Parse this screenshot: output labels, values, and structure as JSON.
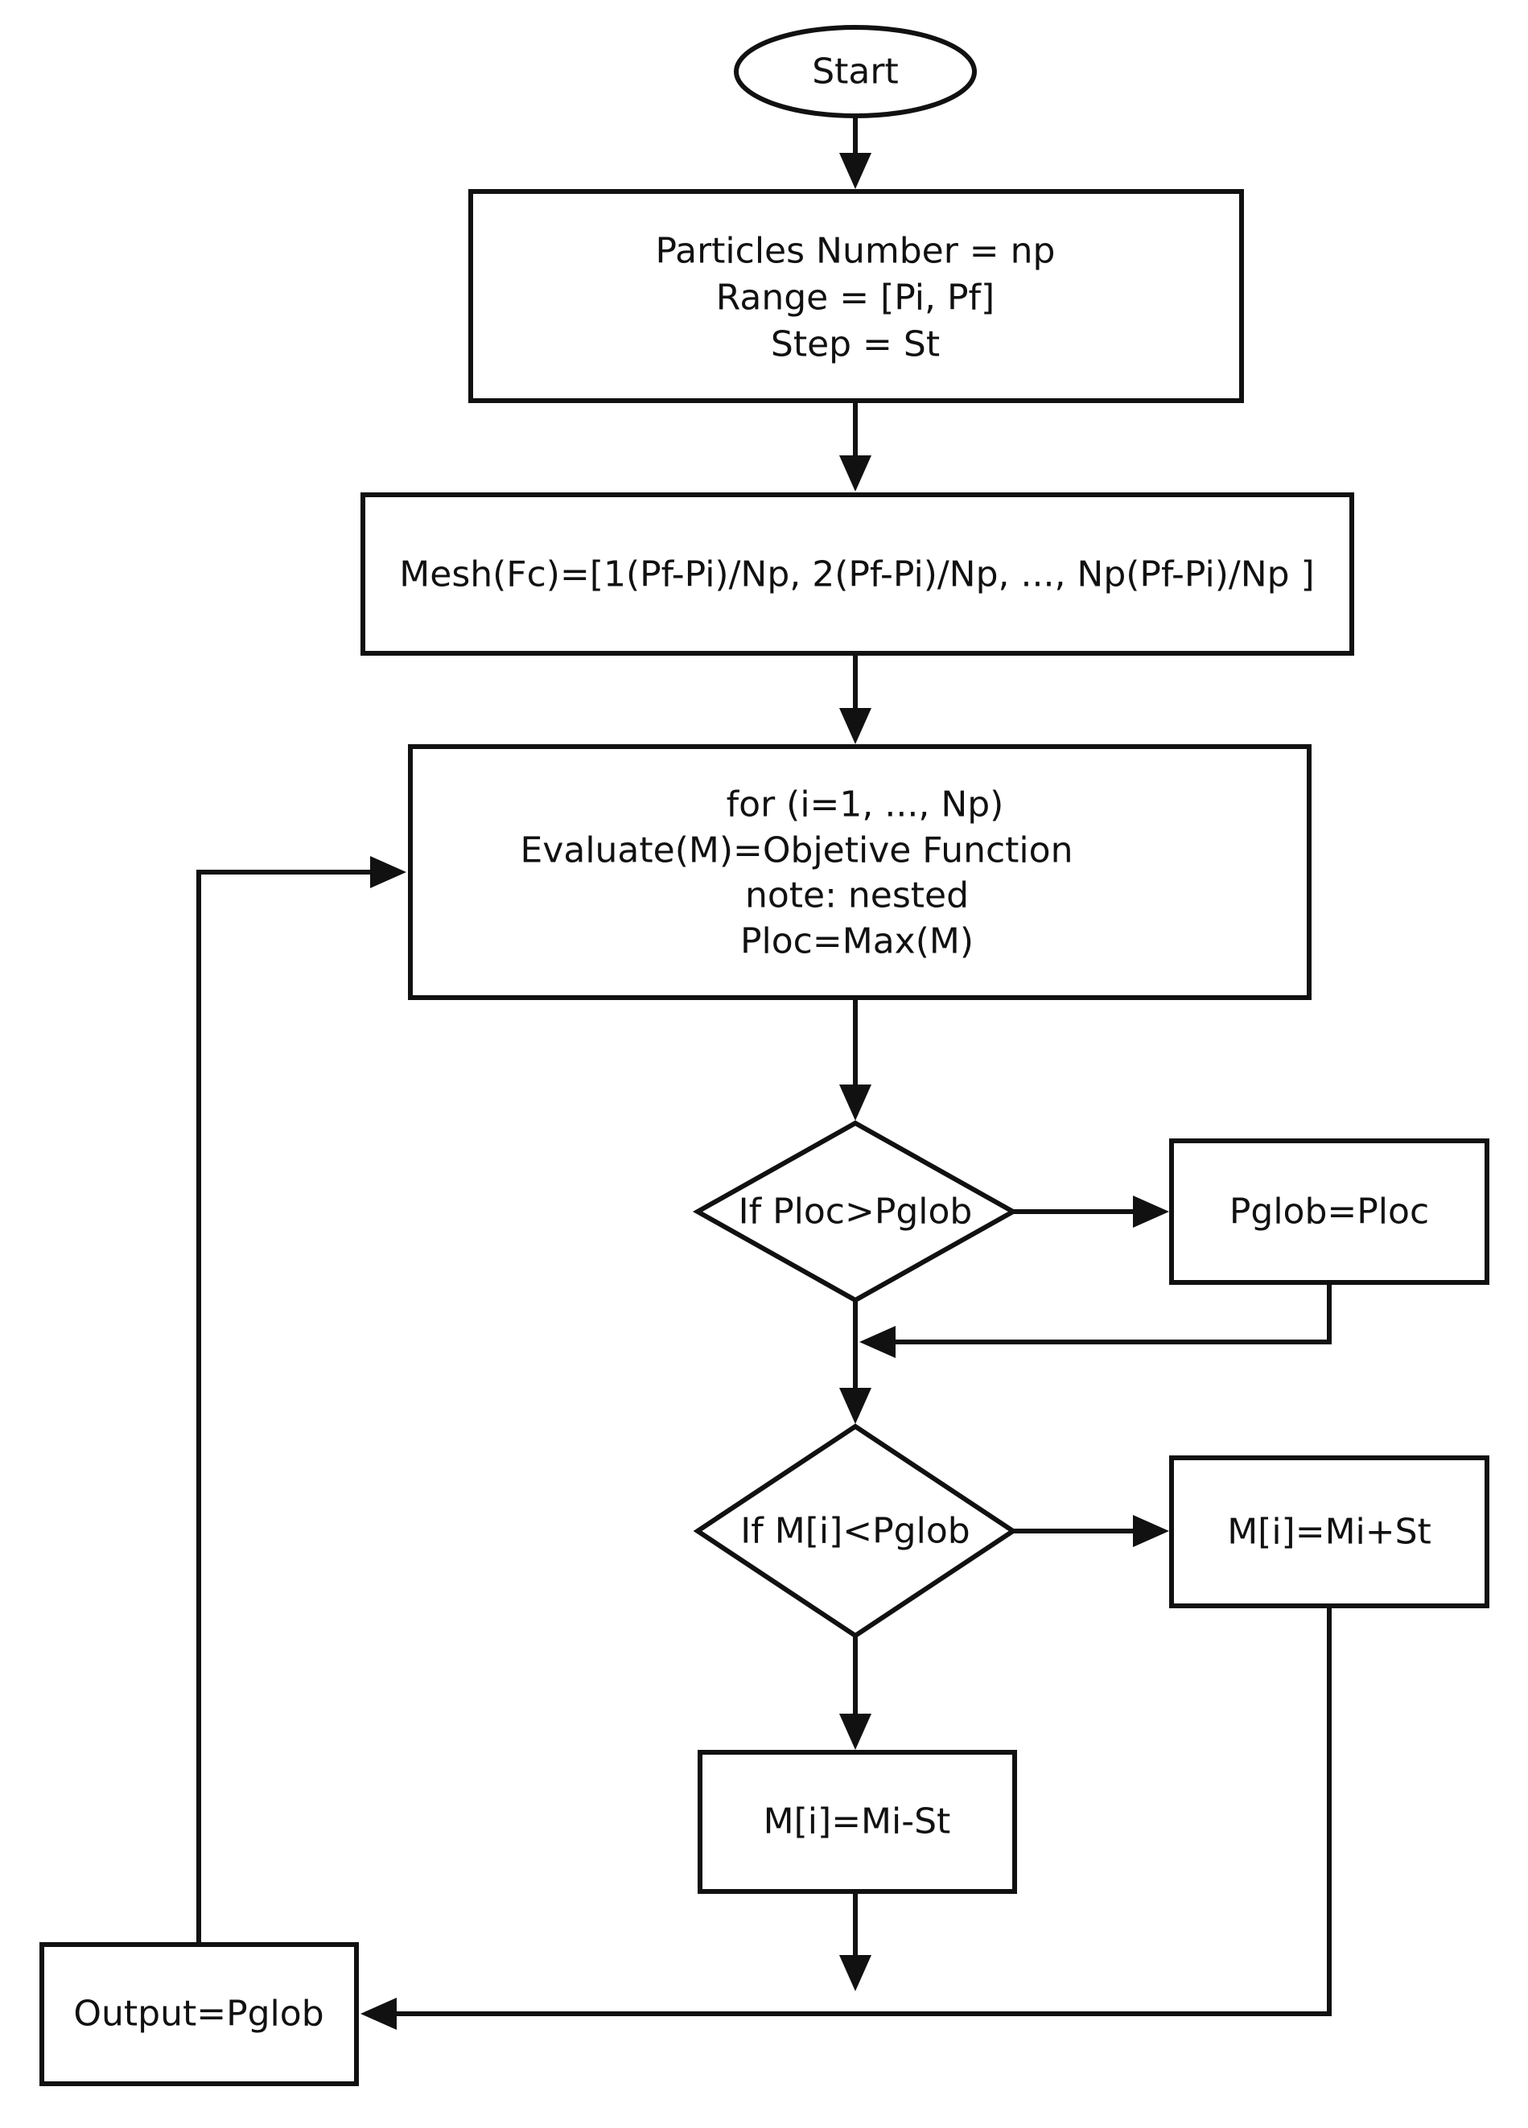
{
  "flowchart": {
    "start": {
      "label": "Start"
    },
    "init": {
      "lines": [
        "Particles  Number =  np",
        "Range  =  [Pi, Pf]",
        "Step  =  St"
      ]
    },
    "mesh": {
      "label": "Mesh(Fc)=[1(Pf-Pi)/Np, 2(Pf-Pi)/Np,  ...,  Np(Pf-Pi)/Np ]"
    },
    "loop": {
      "lines": [
        "for  (i=1,  ...,  Np)",
        "Evaluate(M)=Objetive  Function",
        "note:  nested",
        "Ploc=Max(M)"
      ]
    },
    "decision_ploc": {
      "label": "If  Ploc>Pglob"
    },
    "assign_pglob": {
      "label": "Pglob=Ploc"
    },
    "decision_mi": {
      "label": "If  M[i]<Pglob"
    },
    "increment": {
      "label": "M[i]=Mi+St"
    },
    "decrement": {
      "label": "M[i]=Mi-St"
    },
    "output": {
      "label": "Output=Pglob"
    }
  }
}
